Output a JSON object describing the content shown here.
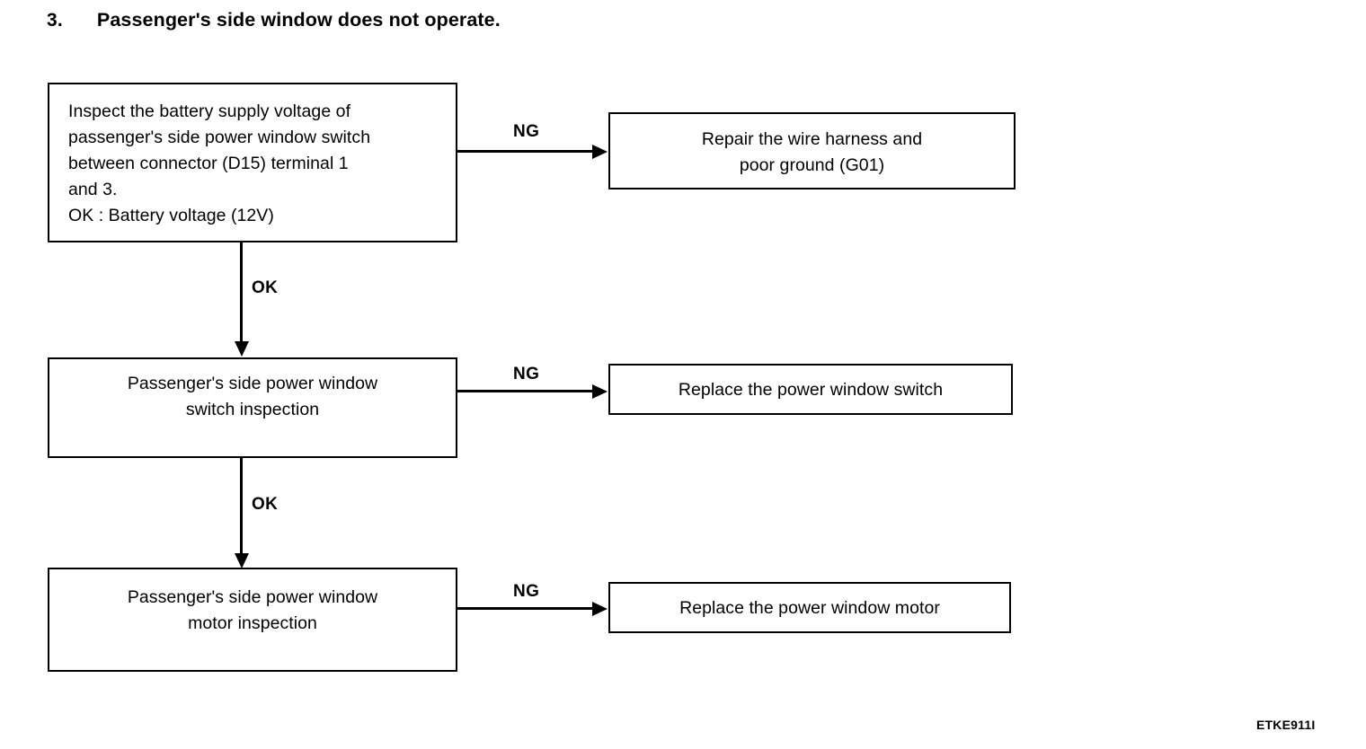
{
  "heading": {
    "number": "3.",
    "text": "Passenger's side window does not operate."
  },
  "flowchart": {
    "steps": [
      {
        "id": "step-1",
        "lines": [
          "Inspect the battery supply voltage of",
          "passenger's side power window switch",
          "between connector (D15) terminal 1",
          "and 3.",
          "OK : Battery voltage (12V)"
        ]
      },
      {
        "id": "step-2",
        "lines": [
          "Passenger's side power window",
          "switch inspection"
        ]
      },
      {
        "id": "step-3",
        "lines": [
          "Passenger's side power window",
          "motor inspection"
        ]
      }
    ],
    "results": [
      {
        "id": "result-1",
        "lines": [
          "Repair the wire harness and",
          "poor ground (G01)"
        ]
      },
      {
        "id": "result-2",
        "lines": [
          "Replace the power window switch"
        ]
      },
      {
        "id": "result-3",
        "lines": [
          "Replace the power window motor"
        ]
      }
    ],
    "branch_labels": {
      "ng_1": "NG",
      "ng_2": "NG",
      "ng_3": "NG",
      "ok_1": "OK",
      "ok_2": "OK"
    }
  },
  "footer": {
    "code": "ETKE911I"
  },
  "colors": {
    "ink": "#000000",
    "paper": "#ffffff"
  }
}
